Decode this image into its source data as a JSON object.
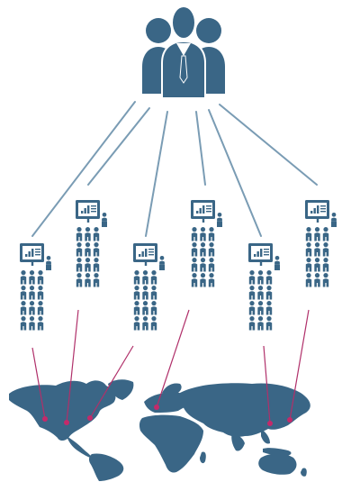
{
  "colors": {
    "primary": "#3a6686",
    "connector": "#7a9cb4",
    "marker_line": "#b0306a",
    "marker_dot": "#c42a6a",
    "background": "#ffffff"
  },
  "icons": {
    "leadership": "leadership-group-icon",
    "presenter": "presentation-board-icon",
    "audience": "audience-people-icon",
    "map": "world-map-icon",
    "location": "location-marker-icon"
  },
  "teams": [
    {
      "id": "team-1"
    },
    {
      "id": "team-2"
    },
    {
      "id": "team-3"
    },
    {
      "id": "team-4"
    },
    {
      "id": "team-5"
    },
    {
      "id": "team-6"
    }
  ],
  "locations": [
    {
      "id": "location-north-america-west"
    },
    {
      "id": "location-north-america-central"
    },
    {
      "id": "location-north-america-east"
    },
    {
      "id": "location-europe"
    },
    {
      "id": "location-east-asia"
    },
    {
      "id": "location-southeast-asia"
    }
  ]
}
